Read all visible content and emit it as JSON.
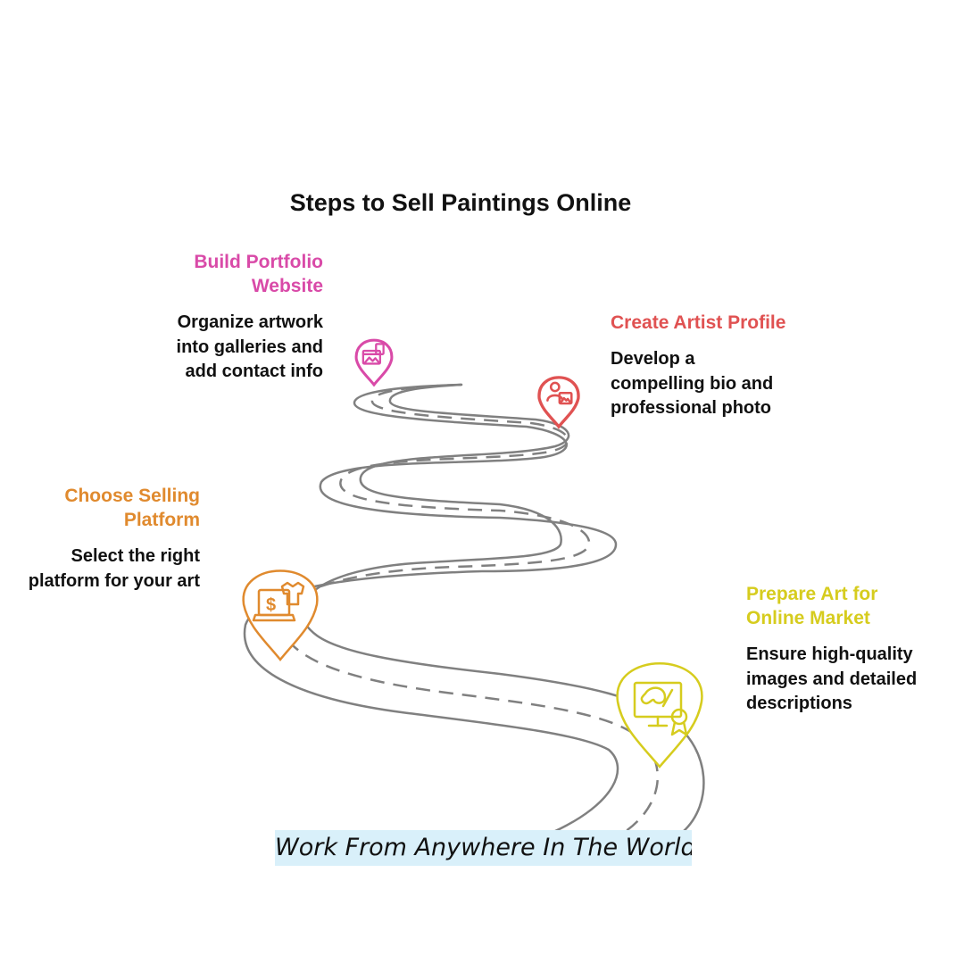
{
  "title": "Steps to Sell Paintings Online",
  "steps": [
    {
      "title_lines": [
        "Build Portfolio",
        "Website"
      ],
      "desc_lines": [
        "Organize artwork",
        "into galleries and",
        "add contact info"
      ],
      "color": "#d94aa8",
      "icon": "website-gallery-icon"
    },
    {
      "title_lines": [
        "Create Artist Profile"
      ],
      "desc_lines": [
        "Develop a",
        "compelling bio and",
        "professional photo"
      ],
      "color": "#e05252",
      "icon": "artist-profile-icon"
    },
    {
      "title_lines": [
        "Choose Selling",
        "Platform"
      ],
      "desc_lines": [
        "Select the right",
        "platform for your art"
      ],
      "color": "#e08a2e",
      "icon": "online-shop-icon"
    },
    {
      "title_lines": [
        "Prepare Art for",
        "Online Market"
      ],
      "desc_lines": [
        "Ensure high-quality",
        "images and detailed",
        "descriptions"
      ],
      "color": "#d6cc1e",
      "icon": "art-award-icon"
    }
  ],
  "footer": "Work From Anywhere In The World",
  "colors": {
    "road": "#808080",
    "text": "#111111",
    "footer_bg": "#d9f0fa"
  }
}
